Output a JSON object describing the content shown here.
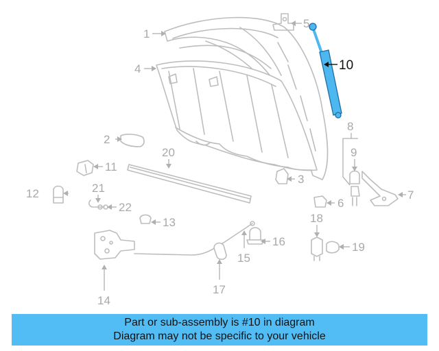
{
  "diagram": {
    "highlighted_part": "10",
    "highlight_color": "#4db8f0",
    "callouts": [
      "1",
      "2",
      "3",
      "4",
      "5",
      "6",
      "7",
      "8",
      "9",
      "10",
      "11",
      "12",
      "13",
      "14",
      "15",
      "16",
      "17",
      "18",
      "19",
      "20",
      "21",
      "22"
    ]
  },
  "footer": {
    "line1": "Part or sub-assembly is #10 in diagram",
    "line2": "Diagram may not be specific to your vehicle",
    "background": "#52bdf5"
  }
}
